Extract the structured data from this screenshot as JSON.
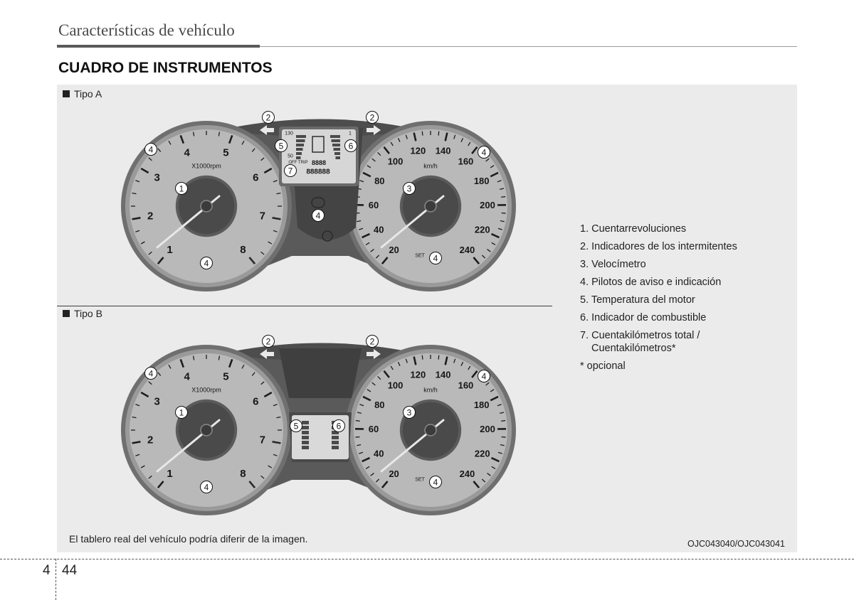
{
  "header": {
    "section": "Características de vehículo"
  },
  "heading": "CUADRO DE INSTRUMENTOS",
  "figure": {
    "type_a": "Tipo A",
    "type_b": "Tipo B",
    "note": "El tablero real del vehículo podría diferir de la imagen.",
    "code": "OJC043040/OJC043041",
    "tacho_numbers": [
      "1",
      "2",
      "3",
      "4",
      "5",
      "6",
      "7",
      "8"
    ],
    "tacho_unit": "X1000rpm",
    "speed_numbers": [
      "20",
      "40",
      "60",
      "80",
      "100",
      "120",
      "140",
      "160",
      "180",
      "200",
      "220",
      "240"
    ],
    "speed_unit": "km/h",
    "set_label": "SET",
    "temp_high": "130",
    "temp_low": "50",
    "fuel_full": "1",
    "odo_display": "8888",
    "trip_display": "888888",
    "odo_label": "OFF TRIP",
    "callouts": [
      "1",
      "2",
      "3",
      "4",
      "5",
      "6",
      "7"
    ]
  },
  "legend": {
    "items": [
      "1. Cuentarrevoluciones",
      "2. Indicadores de los intermitentes",
      "3. Velocímetro",
      "4. Pilotos de aviso e indicación",
      "5. Temperatura del motor",
      "6. Indicador de combustible",
      "7. Cuentakilómetros total /"
    ],
    "item7_cont": "Cuentakilómetros*",
    "footnote": "* opcional"
  },
  "page": {
    "chapter": "4",
    "number": "44"
  }
}
